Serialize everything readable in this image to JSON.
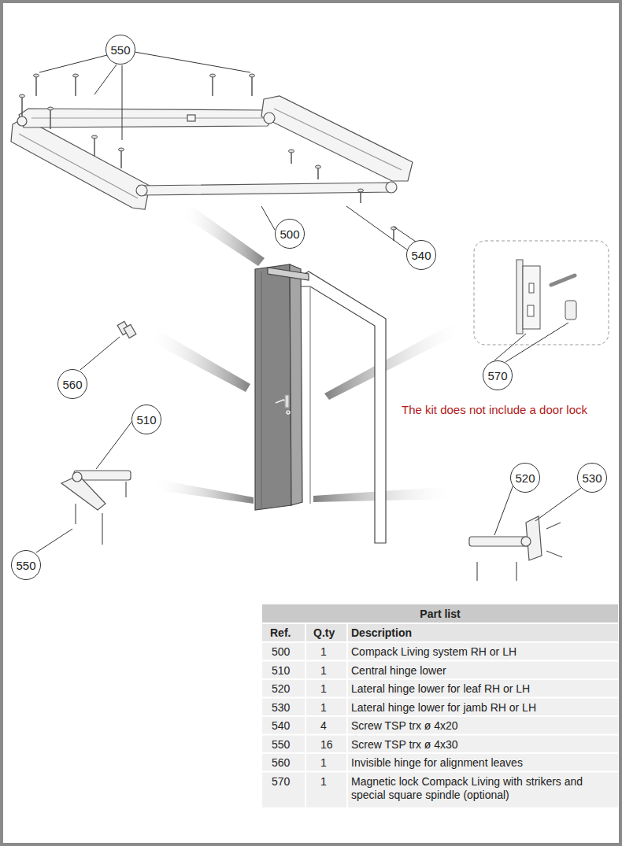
{
  "diagram": {
    "nodes": [
      {
        "text": [
          "550"
        ]
      },
      {
        "text": [
          "500"
        ]
      },
      {
        "text": [
          "540"
        ]
      },
      {
        "text": [
          "570"
        ]
      },
      {
        "text": [
          "560"
        ]
      },
      {
        "text": [
          "510"
        ]
      },
      {
        "text": [
          "520"
        ]
      },
      {
        "text": [
          "530"
        ]
      },
      {
        "text": [
          "550"
        ]
      }
    ],
    "labels": [
      "The kit does not include a door lock",
      "Part list",
      "Ref.",
      "Q.ty",
      "Description",
      "500",
      "1",
      "Compack Living system RH or LH",
      "510",
      "1",
      "Central hinge lower",
      "520",
      "1",
      "Lateral hinge lower for leaf RH or LH",
      "530",
      "1",
      "Lateral hinge lower for jamb RH or LH",
      "540",
      "4",
      "Screw TSP trx ø 4x20",
      "550",
      "16",
      "Screw TSP trx ø 4x30",
      "560",
      "1",
      "Invisible hinge for alignment leaves",
      "570",
      "1",
      "Magnetic lock Compack Living with strikers and special square spindle (optional)"
    ]
  }
}
